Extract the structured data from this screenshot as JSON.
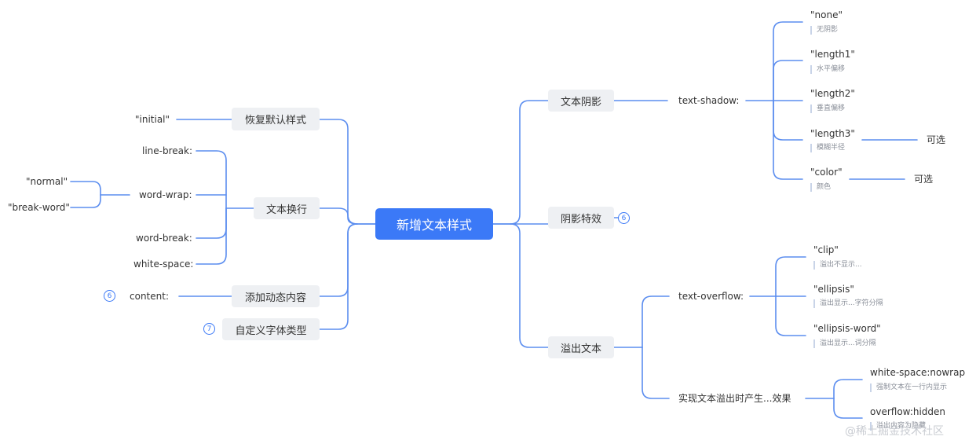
{
  "root": "新增文本样式",
  "left": {
    "restore": {
      "label": "恢复默认样式",
      "value": "\"initial\""
    },
    "wrap": {
      "label": "文本换行",
      "props": [
        "line-break:",
        "word-wrap:",
        "word-break:",
        "white-space:"
      ],
      "word_wrap_values": [
        "\"normal\"",
        "\"break-word\""
      ]
    },
    "dynamic": {
      "label": "添加动态内容",
      "prop": "content:",
      "badge": "6"
    },
    "font": {
      "label": "自定义字体类型",
      "badge": "7"
    }
  },
  "right": {
    "shadow": {
      "label": "文本阴影",
      "prop": "text-shadow:",
      "values": [
        {
          "value": "\"none\"",
          "note": "无阴影"
        },
        {
          "value": "\"length1\"",
          "note": "水平偏移"
        },
        {
          "value": "\"length2\"",
          "note": "垂直偏移"
        },
        {
          "value": "\"length3\"",
          "note": "模糊半径",
          "optional": "可选"
        },
        {
          "value": "\"color\"",
          "note": "颜色",
          "optional": "可选"
        }
      ]
    },
    "shadow_fx": {
      "label": "阴影特效",
      "badge": "6"
    },
    "overflow": {
      "label": "溢出文本",
      "prop": "text-overflow:",
      "values": [
        {
          "value": "\"clip\"",
          "note": "溢出不显示..."
        },
        {
          "value": "\"ellipsis\"",
          "note": "溢出显示...字符分隔"
        },
        {
          "value": "\"ellipsis-word\"",
          "note": "溢出显示...词分隔"
        }
      ],
      "effect": {
        "label": "实现文本溢出时产生...效果",
        "items": [
          {
            "value": "white-space:nowrap",
            "note": "强制文本在一行内显示"
          },
          {
            "value": "overflow:hidden",
            "note": "溢出内容为隐藏"
          }
        ]
      }
    }
  },
  "watermark": "@稀土掘金技术社区",
  "colors": {
    "line": "#5b8def",
    "root": "#3b79f7",
    "node": "#eef0f3"
  }
}
